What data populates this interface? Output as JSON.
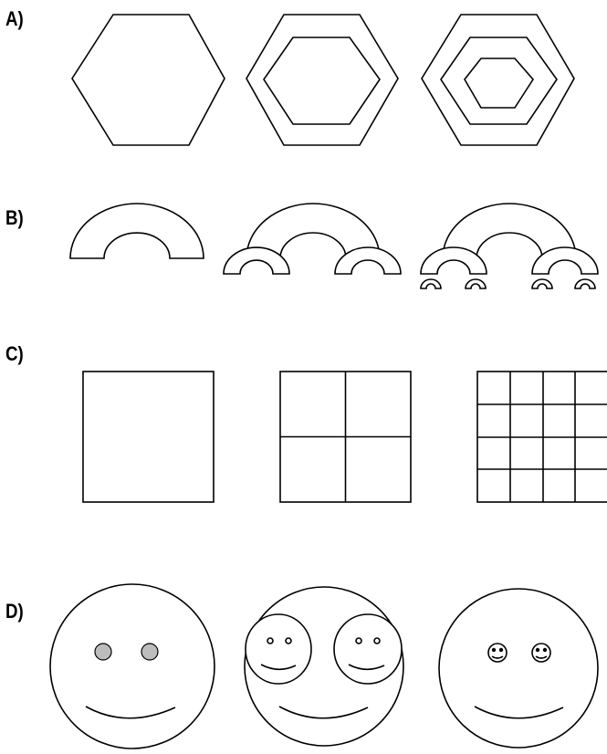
{
  "rows": [
    {
      "label": "A)"
    },
    {
      "label": "B)"
    },
    {
      "label": "C)"
    },
    {
      "label": "D)"
    }
  ]
}
